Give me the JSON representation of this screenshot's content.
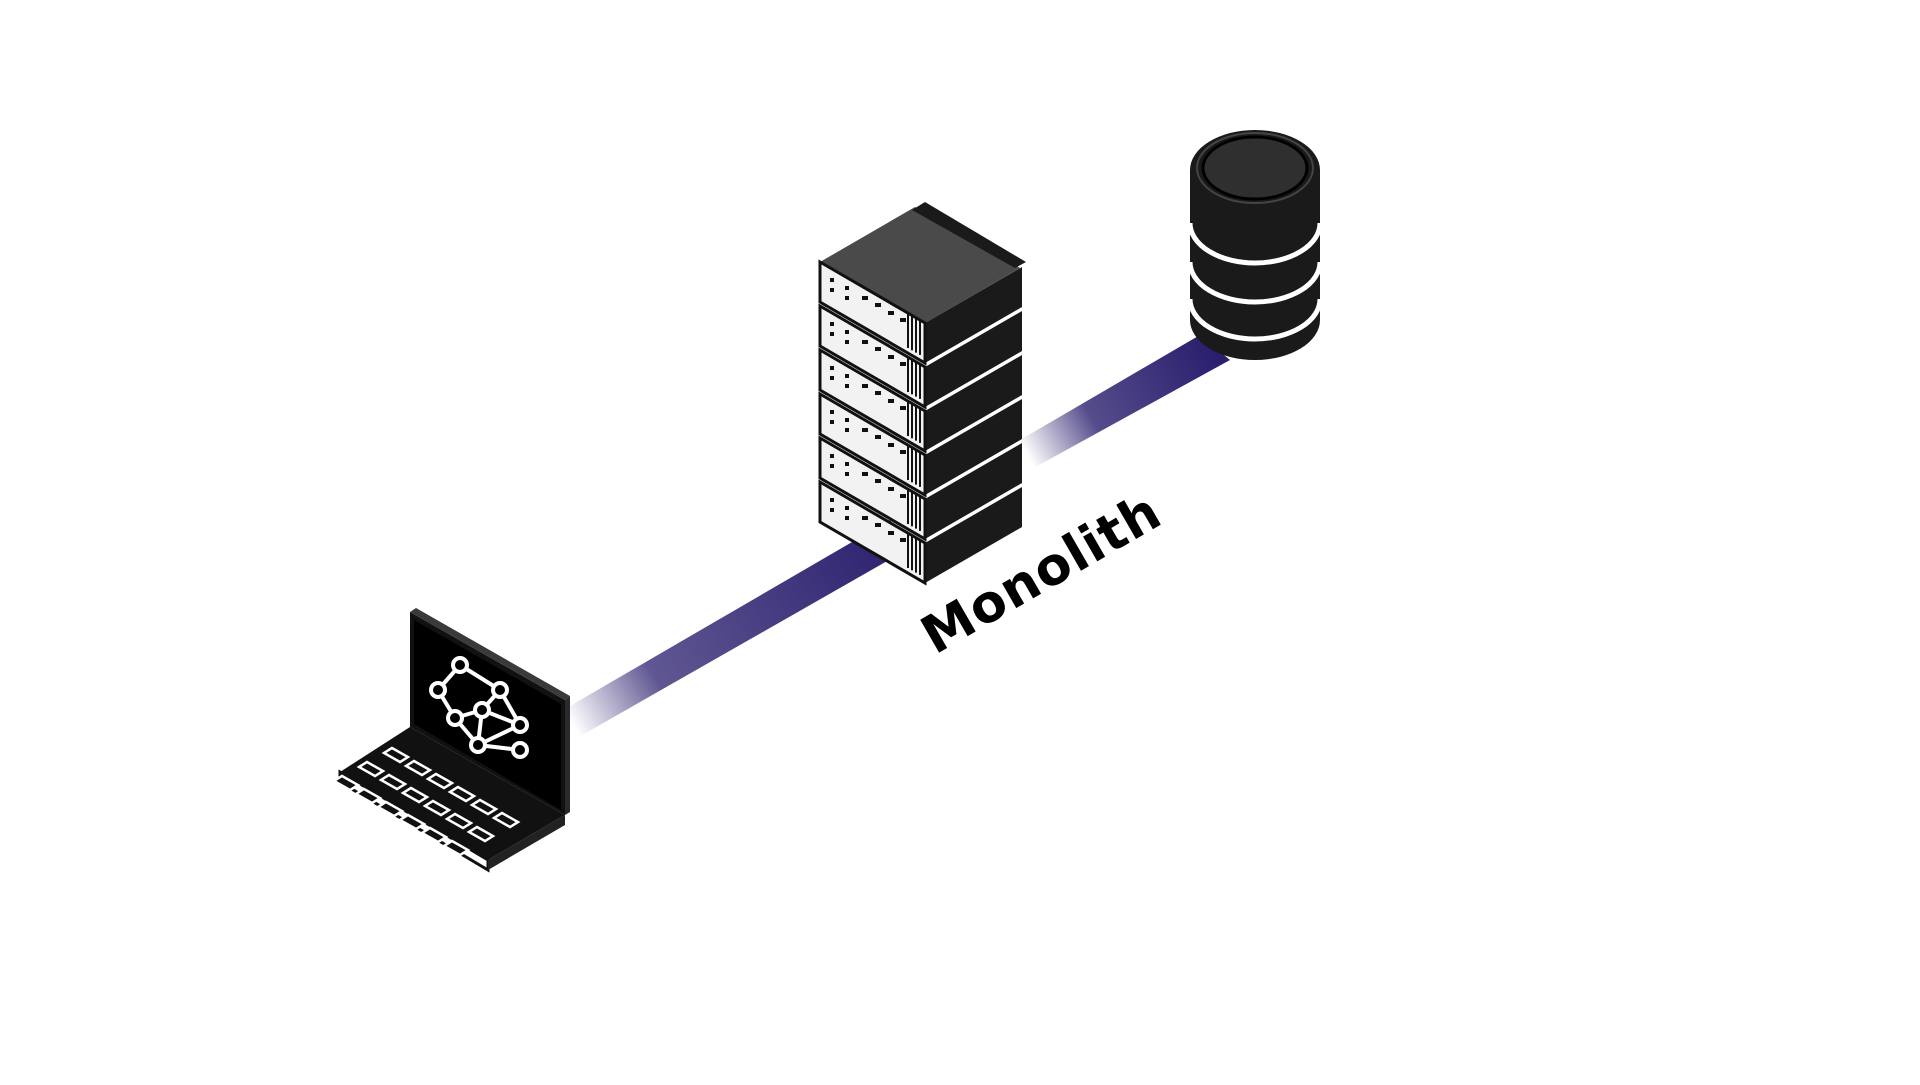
{
  "diagram": {
    "label": "Monolith",
    "nodes": [
      {
        "id": "client-laptop",
        "icon": "laptop-network-icon"
      },
      {
        "id": "monolith-server",
        "icon": "server-rack-icon",
        "units": 6
      },
      {
        "id": "database",
        "icon": "database-icon",
        "disks": 4
      }
    ],
    "connections": [
      {
        "from": "client-laptop",
        "to": "monolith-server"
      },
      {
        "from": "monolith-server",
        "to": "database"
      }
    ],
    "colors": {
      "connection": "#2a1f6e",
      "icon_dark": "#1a1a1a",
      "icon_light": "#f2f2f2",
      "background": "#ffffff"
    }
  }
}
